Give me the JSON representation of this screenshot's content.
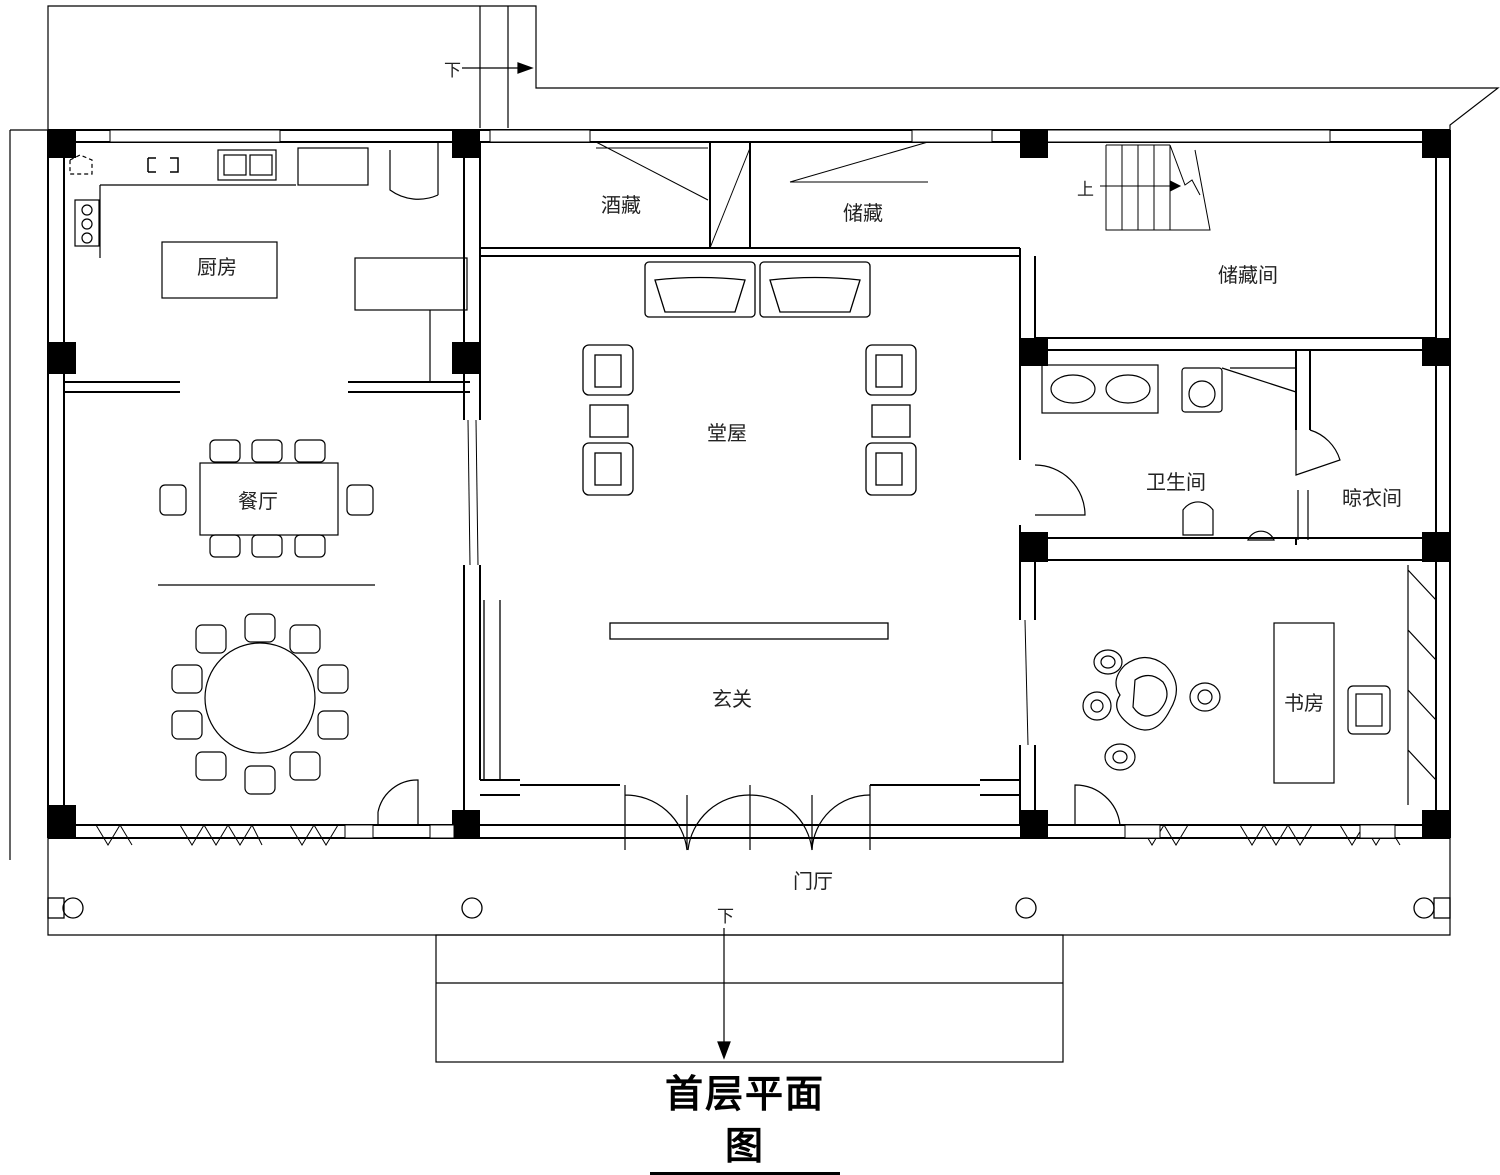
{
  "title": "首层平面图",
  "rooms": {
    "kitchen": "厨房",
    "dining": "餐厅",
    "wine_storage": "酒藏",
    "storage": "储藏",
    "storage_room": "储藏间",
    "main_hall": "堂屋",
    "bathroom": "卫生间",
    "drying_room": "晾衣间",
    "entrance": "玄关",
    "study": "书房",
    "porch": "门厅"
  },
  "markers": {
    "down_top": "下",
    "up_stair": "上",
    "down_front": "下"
  },
  "colors": {
    "line": "#000000",
    "column": "#000000",
    "background": "#ffffff"
  }
}
